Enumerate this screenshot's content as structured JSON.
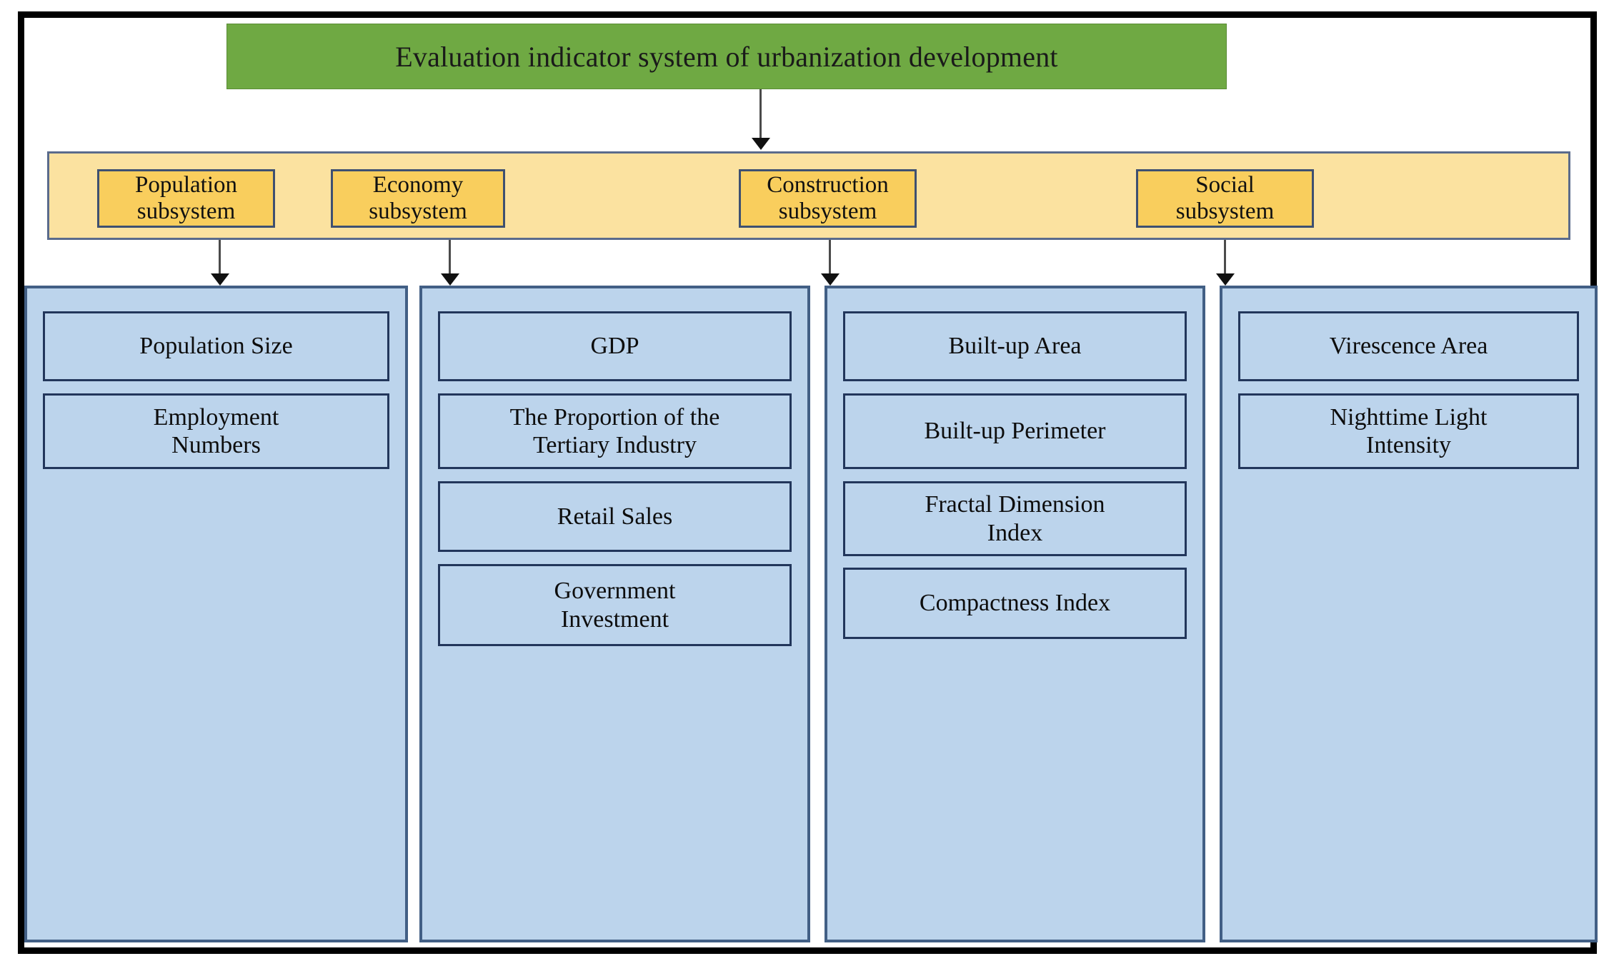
{
  "diagram": {
    "root": {
      "label": "Evaluation indicator system of urbanization development",
      "color": "#6FA943"
    },
    "band": {
      "color": "#FBE2A0",
      "box_color": "#F9CE5D",
      "subsystems": [
        {
          "name": "population-subsystem",
          "label": "Population\nsubsystem"
        },
        {
          "name": "economy-subsystem",
          "label": "Economy\nsubsystem"
        },
        {
          "name": "construction-subsystem",
          "label": "Construction\nsubsystem"
        },
        {
          "name": "social-subsystem",
          "label": "Social\nsubsystem"
        }
      ]
    },
    "columns": [
      {
        "name": "population-indicators",
        "color": "#BCD4EC",
        "indicators": [
          {
            "label": "Population Size"
          },
          {
            "label": "Employment\nNumbers"
          }
        ]
      },
      {
        "name": "economy-indicators",
        "color": "#BCD4EC",
        "indicators": [
          {
            "label": "GDP"
          },
          {
            "label": "The Proportion of the\nTertiary Industry"
          },
          {
            "label": "Retail Sales"
          },
          {
            "label": "Government\nInvestment"
          }
        ]
      },
      {
        "name": "construction-indicators",
        "color": "#BCD4EC",
        "indicators": [
          {
            "label": "Built-up Area"
          },
          {
            "label": "Built-up Perimeter"
          },
          {
            "label": "Fractal Dimension\nIndex"
          },
          {
            "label": "Compactness Index"
          }
        ]
      },
      {
        "name": "social-indicators",
        "color": "#BCD4EC",
        "indicators": [
          {
            "label": "Virescence Area"
          },
          {
            "label": "Nighttime Light\nIntensity"
          }
        ]
      }
    ]
  }
}
